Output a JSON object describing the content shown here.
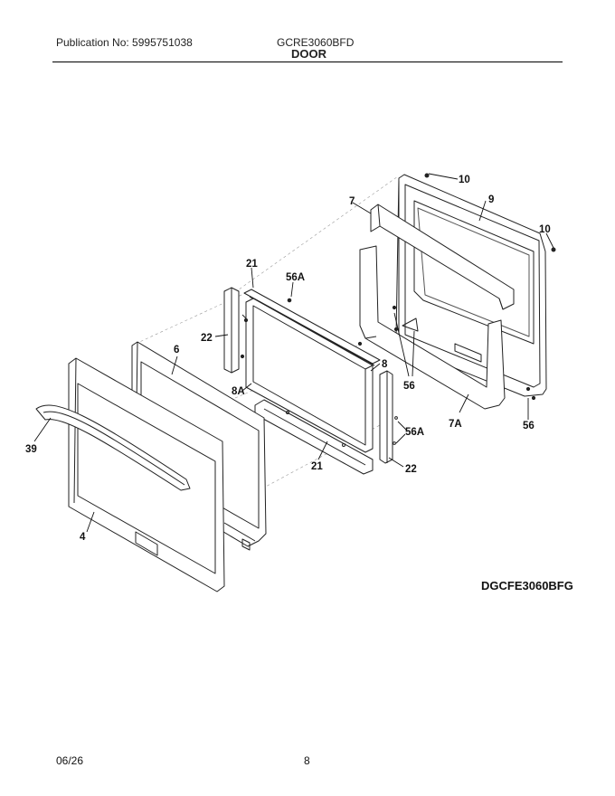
{
  "header": {
    "publication": "Publication No: 5995751038",
    "model": "GCRE3060BFD",
    "section": "DOOR"
  },
  "callouts": {
    "c10a": "10",
    "c9": "9",
    "c7": "7",
    "c10b": "10",
    "c21a": "21",
    "c56a_top": "56A",
    "c22a": "22",
    "c6": "6",
    "c8": "8",
    "c8a": "8A",
    "c56a": "56",
    "c7a": "7A",
    "c56b": "56",
    "c56a_mid": "56A",
    "c39": "39",
    "c21b": "21",
    "c22b": "22",
    "c4": "4"
  },
  "diagram_code": "DGCFE3060BFG",
  "footer": {
    "date": "06/26",
    "page": "8"
  }
}
